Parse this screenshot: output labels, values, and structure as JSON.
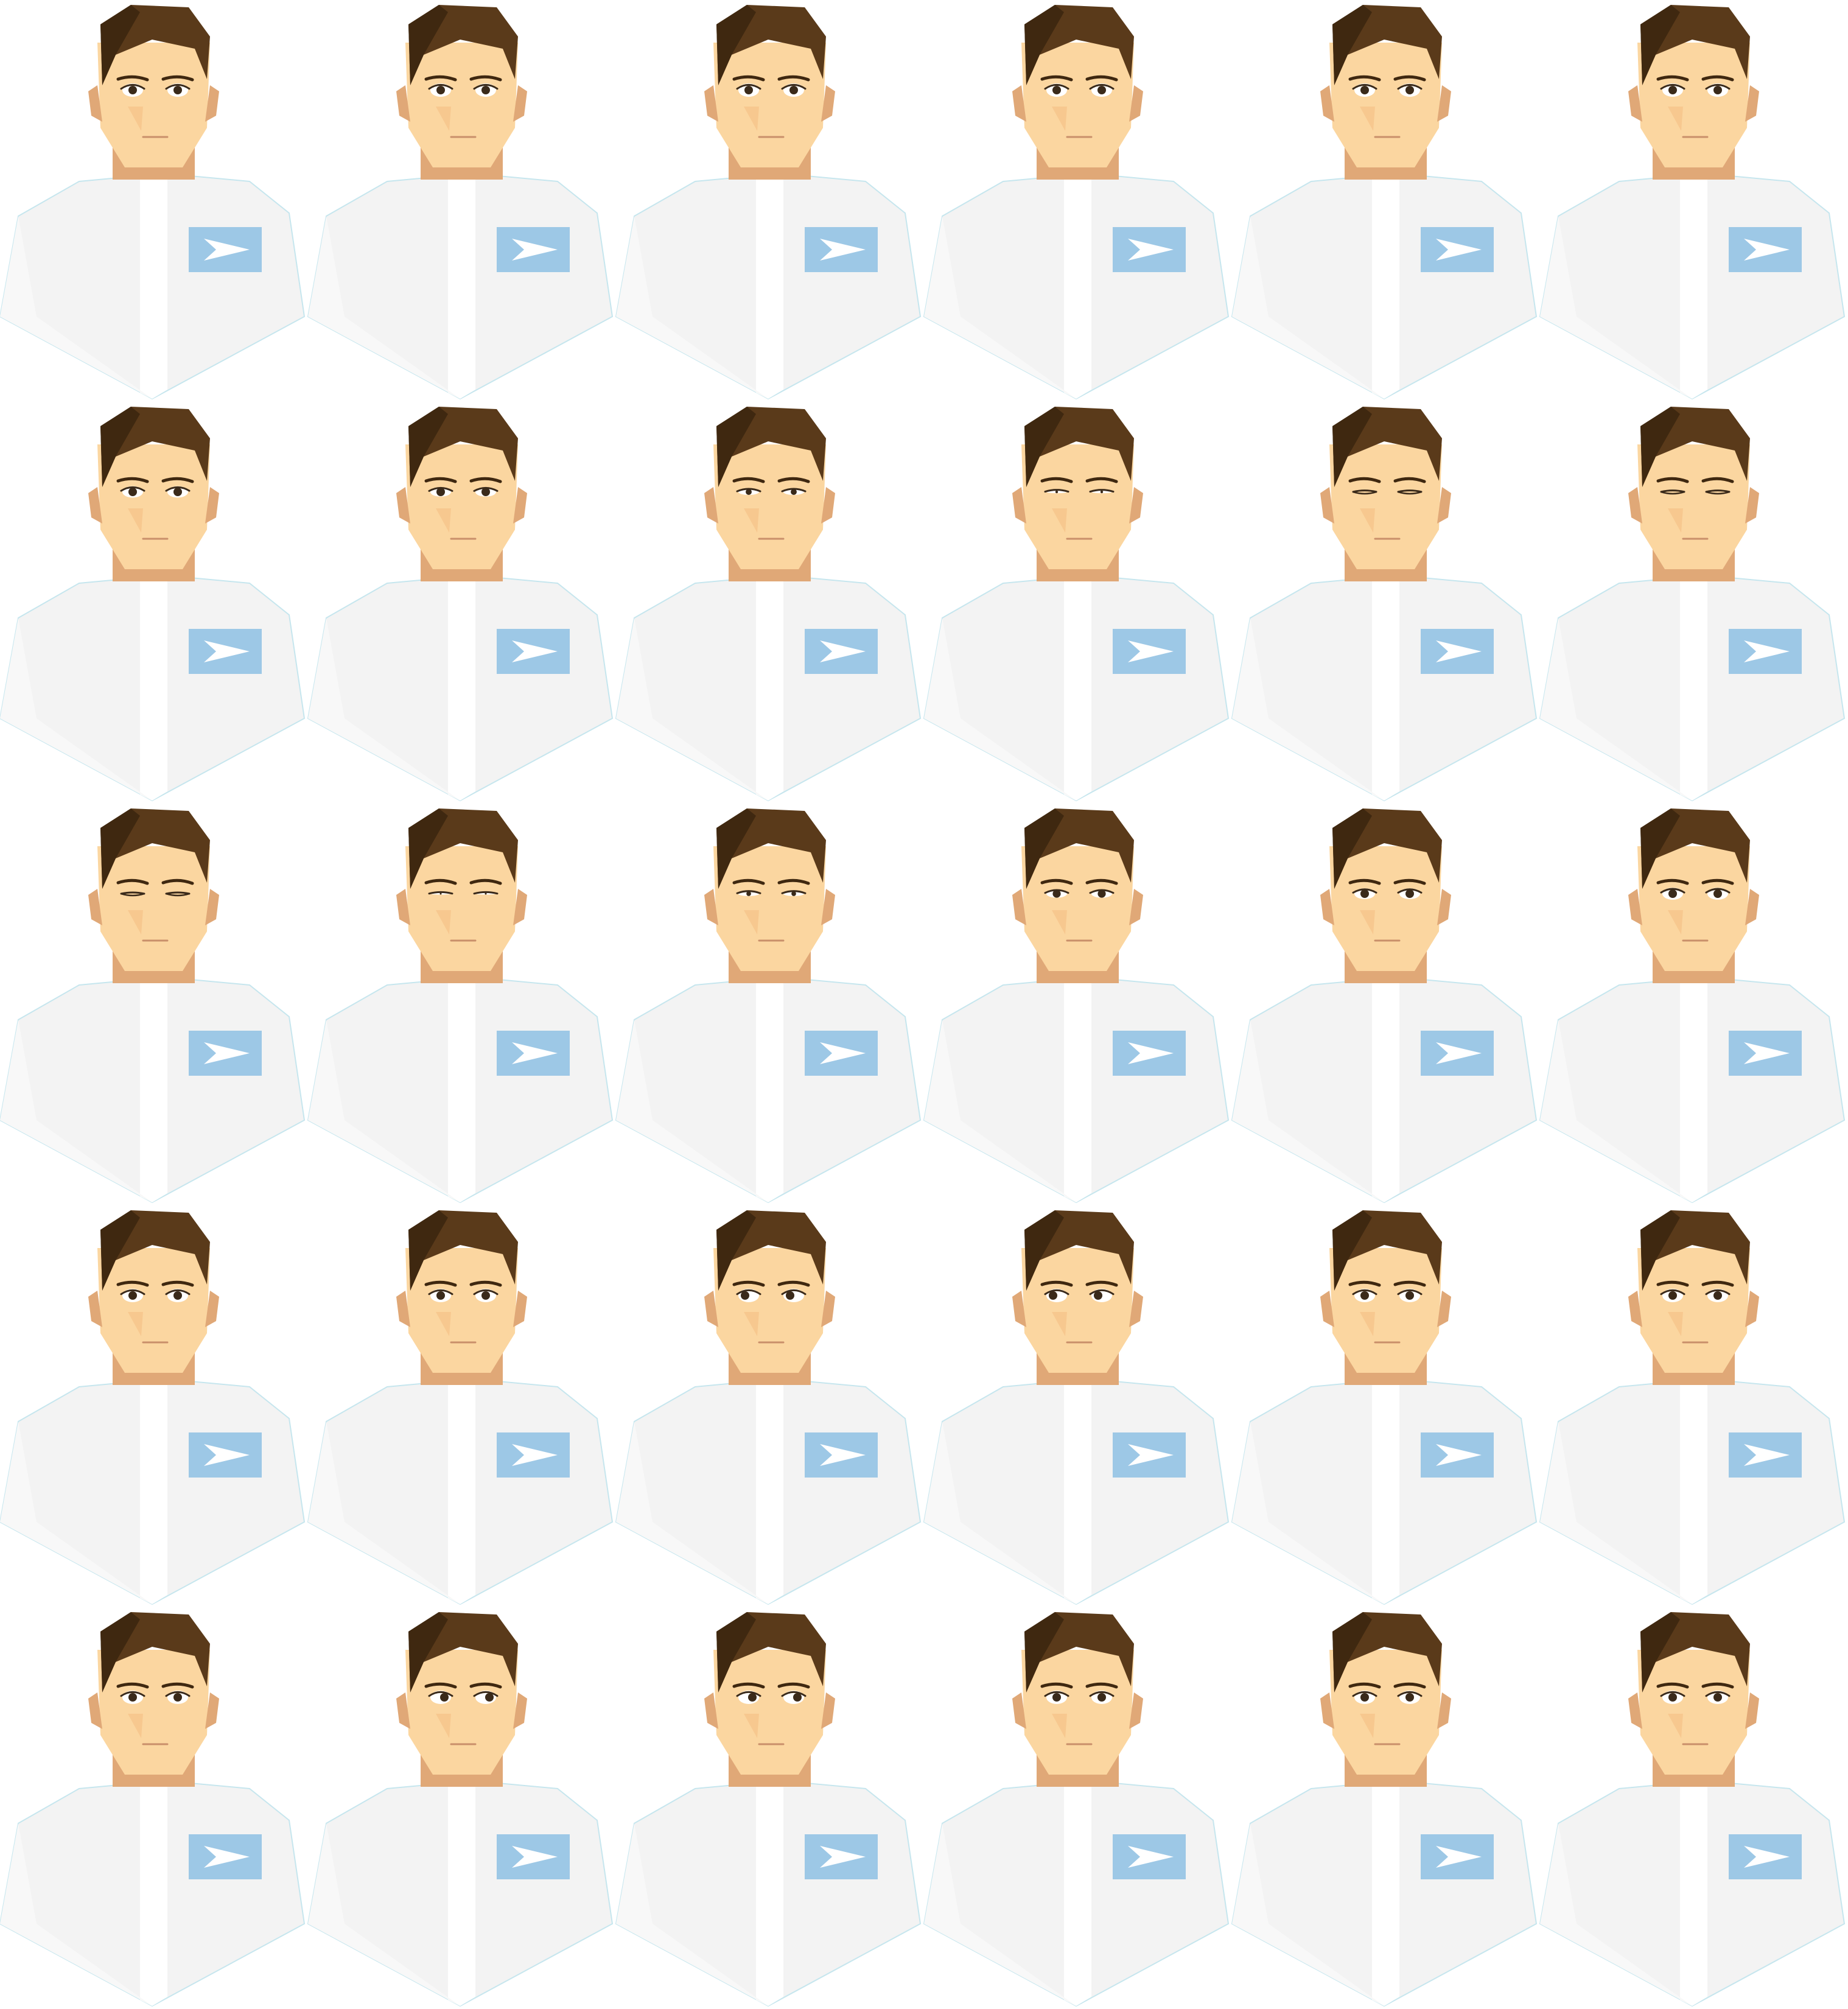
{
  "sprite_sheet": {
    "rows": 5,
    "columns": 6,
    "character": "crew-member-bust",
    "badge_icon": "arrow-right-icon",
    "colors": {
      "background": "#ffffff",
      "hair": "#5a3a1a",
      "hair_shadow": "#3f2810",
      "skin": "#fbd6a0",
      "skin_shadow": "#e0a877",
      "shirt": "#f3f3f3",
      "shirt_placket": "#ffffff",
      "shirt_outline": "#c6e6ee",
      "badge": "#9dc8e6",
      "badge_icon": "#ffffff",
      "eye": "#3a2a1a",
      "mouth": "#c98f6a"
    },
    "frames": [
      {
        "eye_open": 1.0,
        "look": 0
      },
      {
        "eye_open": 1.0,
        "look": 0
      },
      {
        "eye_open": 1.0,
        "look": 0
      },
      {
        "eye_open": 1.0,
        "look": 0
      },
      {
        "eye_open": 1.0,
        "look": 0
      },
      {
        "eye_open": 1.0,
        "look": 0
      },
      {
        "eye_open": 0.85,
        "look": 0
      },
      {
        "eye_open": 0.7,
        "look": 0
      },
      {
        "eye_open": 0.45,
        "look": 0
      },
      {
        "eye_open": 0.2,
        "look": 0
      },
      {
        "eye_open": 0.05,
        "look": 0
      },
      {
        "eye_open": 0.05,
        "look": 0
      },
      {
        "eye_open": 0.0,
        "look": 0
      },
      {
        "eye_open": 0.1,
        "look": 0
      },
      {
        "eye_open": 0.35,
        "look": 0
      },
      {
        "eye_open": 0.6,
        "look": 0
      },
      {
        "eye_open": 0.8,
        "look": 0
      },
      {
        "eye_open": 0.9,
        "look": 0
      },
      {
        "eye_open": 1.0,
        "look": 0
      },
      {
        "eye_open": 1.0,
        "look": 0
      },
      {
        "eye_open": 1.0,
        "look": -1
      },
      {
        "eye_open": 1.0,
        "look": -1
      },
      {
        "eye_open": 1.0,
        "look": 0
      },
      {
        "eye_open": 1.0,
        "look": 0
      },
      {
        "eye_open": 1.0,
        "look": 0
      },
      {
        "eye_open": 1.0,
        "look": 1
      },
      {
        "eye_open": 1.0,
        "look": 1
      },
      {
        "eye_open": 1.0,
        "look": 0
      },
      {
        "eye_open": 1.0,
        "look": 0
      },
      {
        "eye_open": 1.0,
        "look": 0
      }
    ]
  }
}
